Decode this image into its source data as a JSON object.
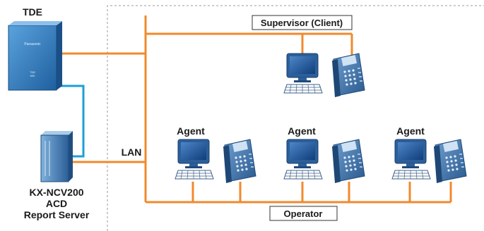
{
  "labels": {
    "tde": "TDE",
    "supervisor": "Supervisor (Client)",
    "lan": "LAN",
    "operator": "Operator",
    "agent": "Agent",
    "server_line1": "KX-NCV200",
    "server_line2": "ACD",
    "server_line3": "Report Server"
  },
  "device_marks": {
    "pbx_brand": "Panasonic",
    "pbx_model_line1": "TDE",
    "pbx_model_line2": "600"
  },
  "colors": {
    "lan_line": "#f08a2c",
    "cable_line": "#1c9fd8",
    "pbx_body": "#2f7cc0",
    "device_blue": "#3a6fb0",
    "boundary": "#9a9a9a"
  }
}
